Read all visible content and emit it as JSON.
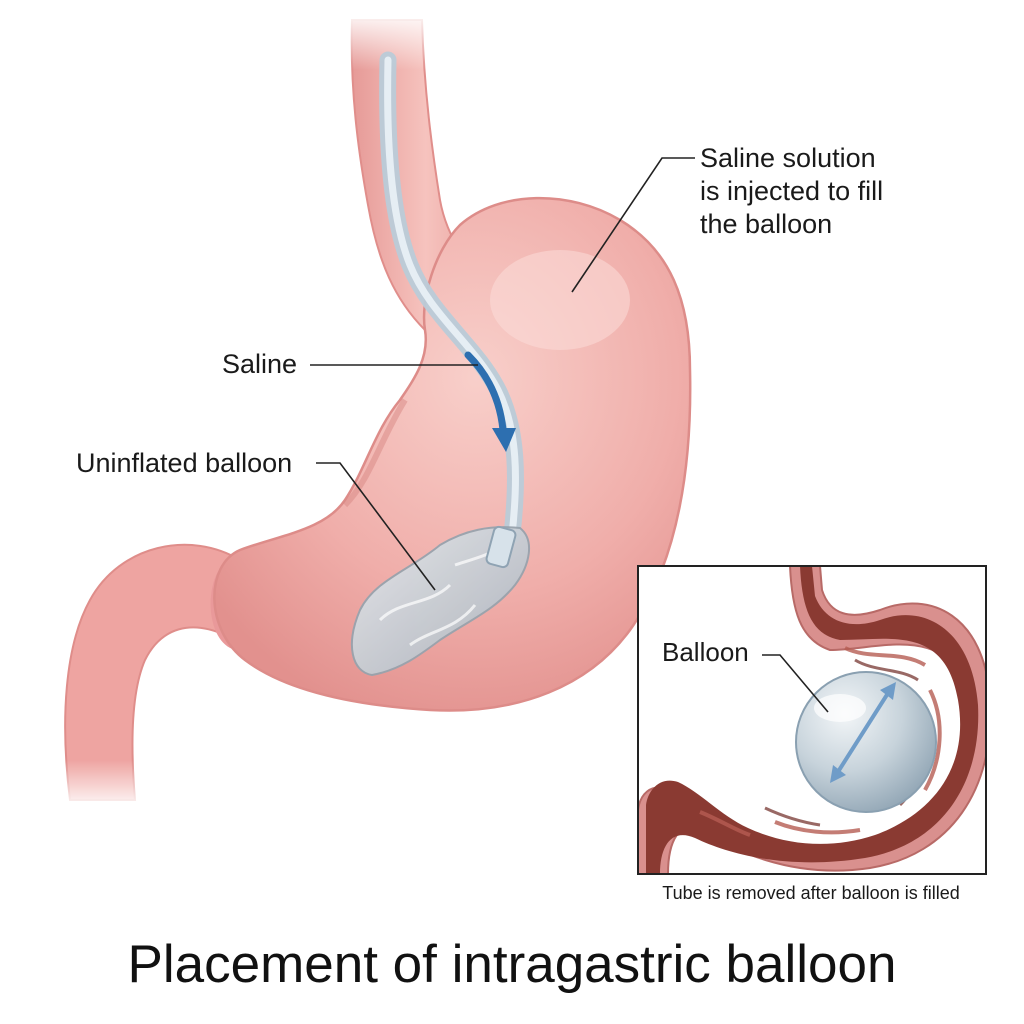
{
  "title": "Placement of intragastric balloon",
  "labels": {
    "saline_solution": [
      "Saline solution",
      "is injected to fill",
      "the balloon"
    ],
    "saline": "Saline",
    "uninflated_balloon": "Uninflated balloon",
    "balloon": "Balloon"
  },
  "inset": {
    "caption": "Tube is removed after balloon is filled"
  },
  "colors": {
    "stomach_outer": "#eda5a3",
    "stomach_inner": "#f4bdb8",
    "tissue_dark": "#8a3a32",
    "balloon": "#c9d4dc",
    "arrow": "#2d6fb0",
    "leader_line": "#222222"
  }
}
